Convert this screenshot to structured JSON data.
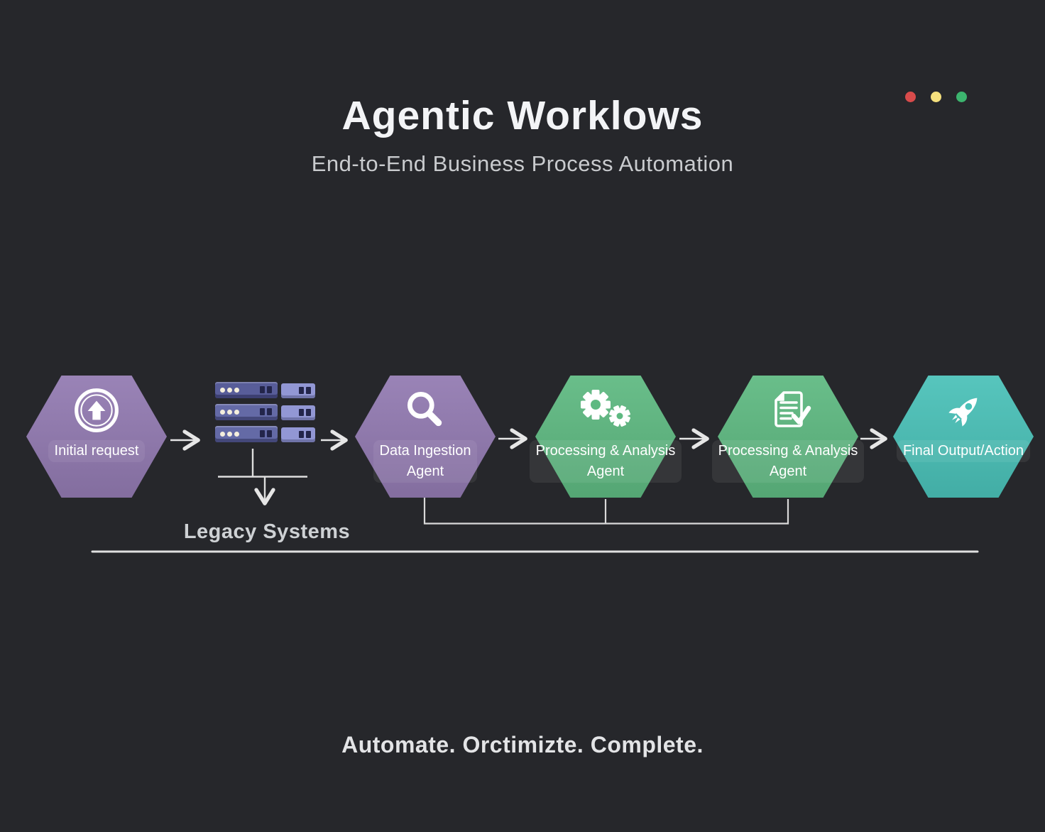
{
  "header": {
    "title": "Agentic Worklows",
    "subtitle": "End-to-End Business Process Automation"
  },
  "window_controls": {
    "close_color": "#d84b4b",
    "minimize_color": "#f5e07d",
    "maximize_color": "#3cb46e"
  },
  "flow": {
    "nodes": [
      {
        "id": "initial-request",
        "lines": [
          "Initial request"
        ],
        "icon": "upload-circle-icon",
        "color": "#927ab1"
      },
      {
        "id": "data-ingestion-agent",
        "lines": [
          "Data Ingestion",
          "Agent"
        ],
        "icon": "search-icon",
        "color": "#927ab1"
      },
      {
        "id": "processing-analysis-agent-1",
        "lines": [
          "Processing & Analysis",
          "Agent"
        ],
        "icon": "gears-icon",
        "color": "#5eb981"
      },
      {
        "id": "processing-analysis-agent-2",
        "lines": [
          "Processing & Analysis",
          "Agent"
        ],
        "icon": "document-check-icon",
        "color": "#5eb981"
      },
      {
        "id": "final-output-action",
        "lines": [
          "Final Output/Action"
        ],
        "icon": "rocket-icon",
        "color": "#4ac1b8"
      }
    ],
    "legacy": {
      "label": "Legacy Systems",
      "icon": "server-stack-icon"
    }
  },
  "footer": {
    "tagline": "Automate. Orctimizte. Complete."
  },
  "colors": {
    "background": "#26272b",
    "connector_line": "#e3e3e3",
    "hex_purple": "#927ab1",
    "hex_green": "#5eb981",
    "hex_teal": "#4ac1b8"
  }
}
